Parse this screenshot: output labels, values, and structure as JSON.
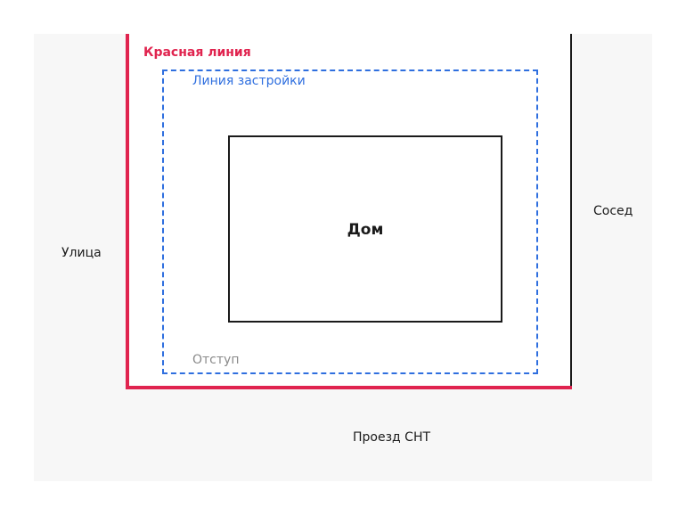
{
  "colors": {
    "red_line": "#e0244f",
    "building_line": "#2f6fdf",
    "offset_text": "#8a8a8a",
    "house_border": "#1a1a1a",
    "surroundings": "#f7f7f7"
  },
  "plot": {
    "red_line_label": "Красная линия",
    "building_line_label": "Линия застройки",
    "offset_label": "Отступ",
    "house_label": "Дом"
  },
  "surroundings": {
    "street_label": "Улица",
    "neighbor_label": "Сосед",
    "driveway_label": "Проезд СНТ"
  }
}
